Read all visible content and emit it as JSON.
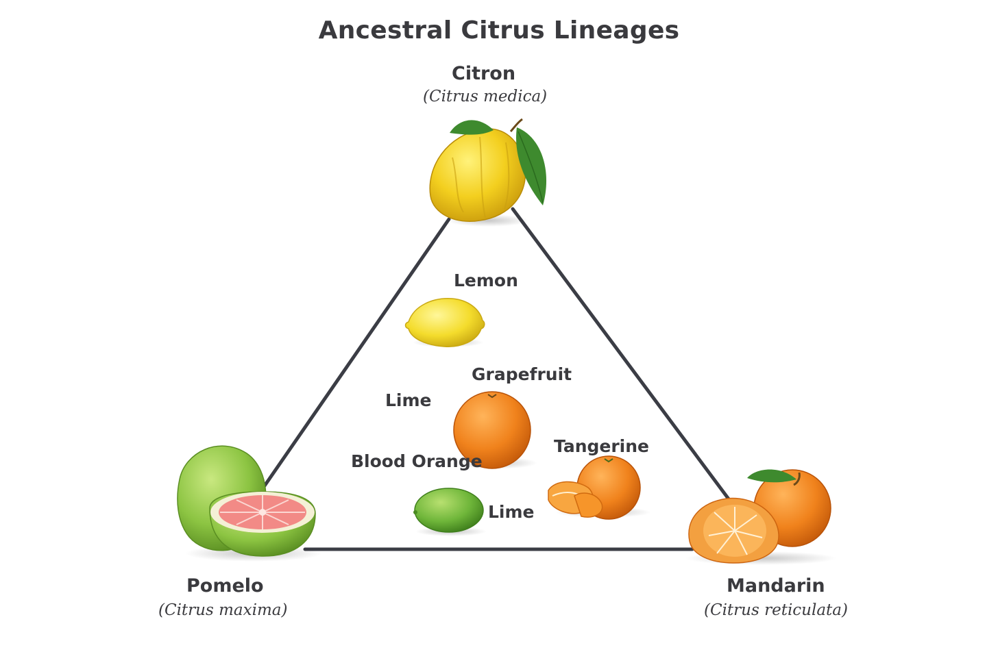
{
  "title": "Ancestral Citrus Lineages",
  "ancestors": {
    "citron": {
      "name": "Citron",
      "scientific": "(Citrus medica)"
    },
    "pomelo": {
      "name": "Pomelo",
      "scientific": "(Citrus maxima)"
    },
    "mandarin": {
      "name": "Mandarin",
      "scientific": "(Citrus reticulata)"
    }
  },
  "hybrids": {
    "lemon": "Lemon",
    "grapefruit": "Grapefruit",
    "lime_upper": "Lime",
    "tangerine": "Tangerine",
    "blood_orange": "Blood Orange",
    "lime_lower": "Lime"
  },
  "colors": {
    "edge": "#3b3d45",
    "citron": "#f3cf1f",
    "lemon": "#f4dc2c",
    "orange": "#f0821c",
    "lime": "#6fb63a",
    "pomelo_rind": "#8cc442",
    "pomelo_flesh": "#f28a86",
    "leaf": "#3e8a2e"
  },
  "icons": [
    "citron-fruit-icon",
    "lemon-fruit-icon",
    "grapefruit-fruit-icon",
    "lime-fruit-icon",
    "tangerine-fruit-icon",
    "pomelo-fruit-icon",
    "mandarin-fruit-icon"
  ]
}
